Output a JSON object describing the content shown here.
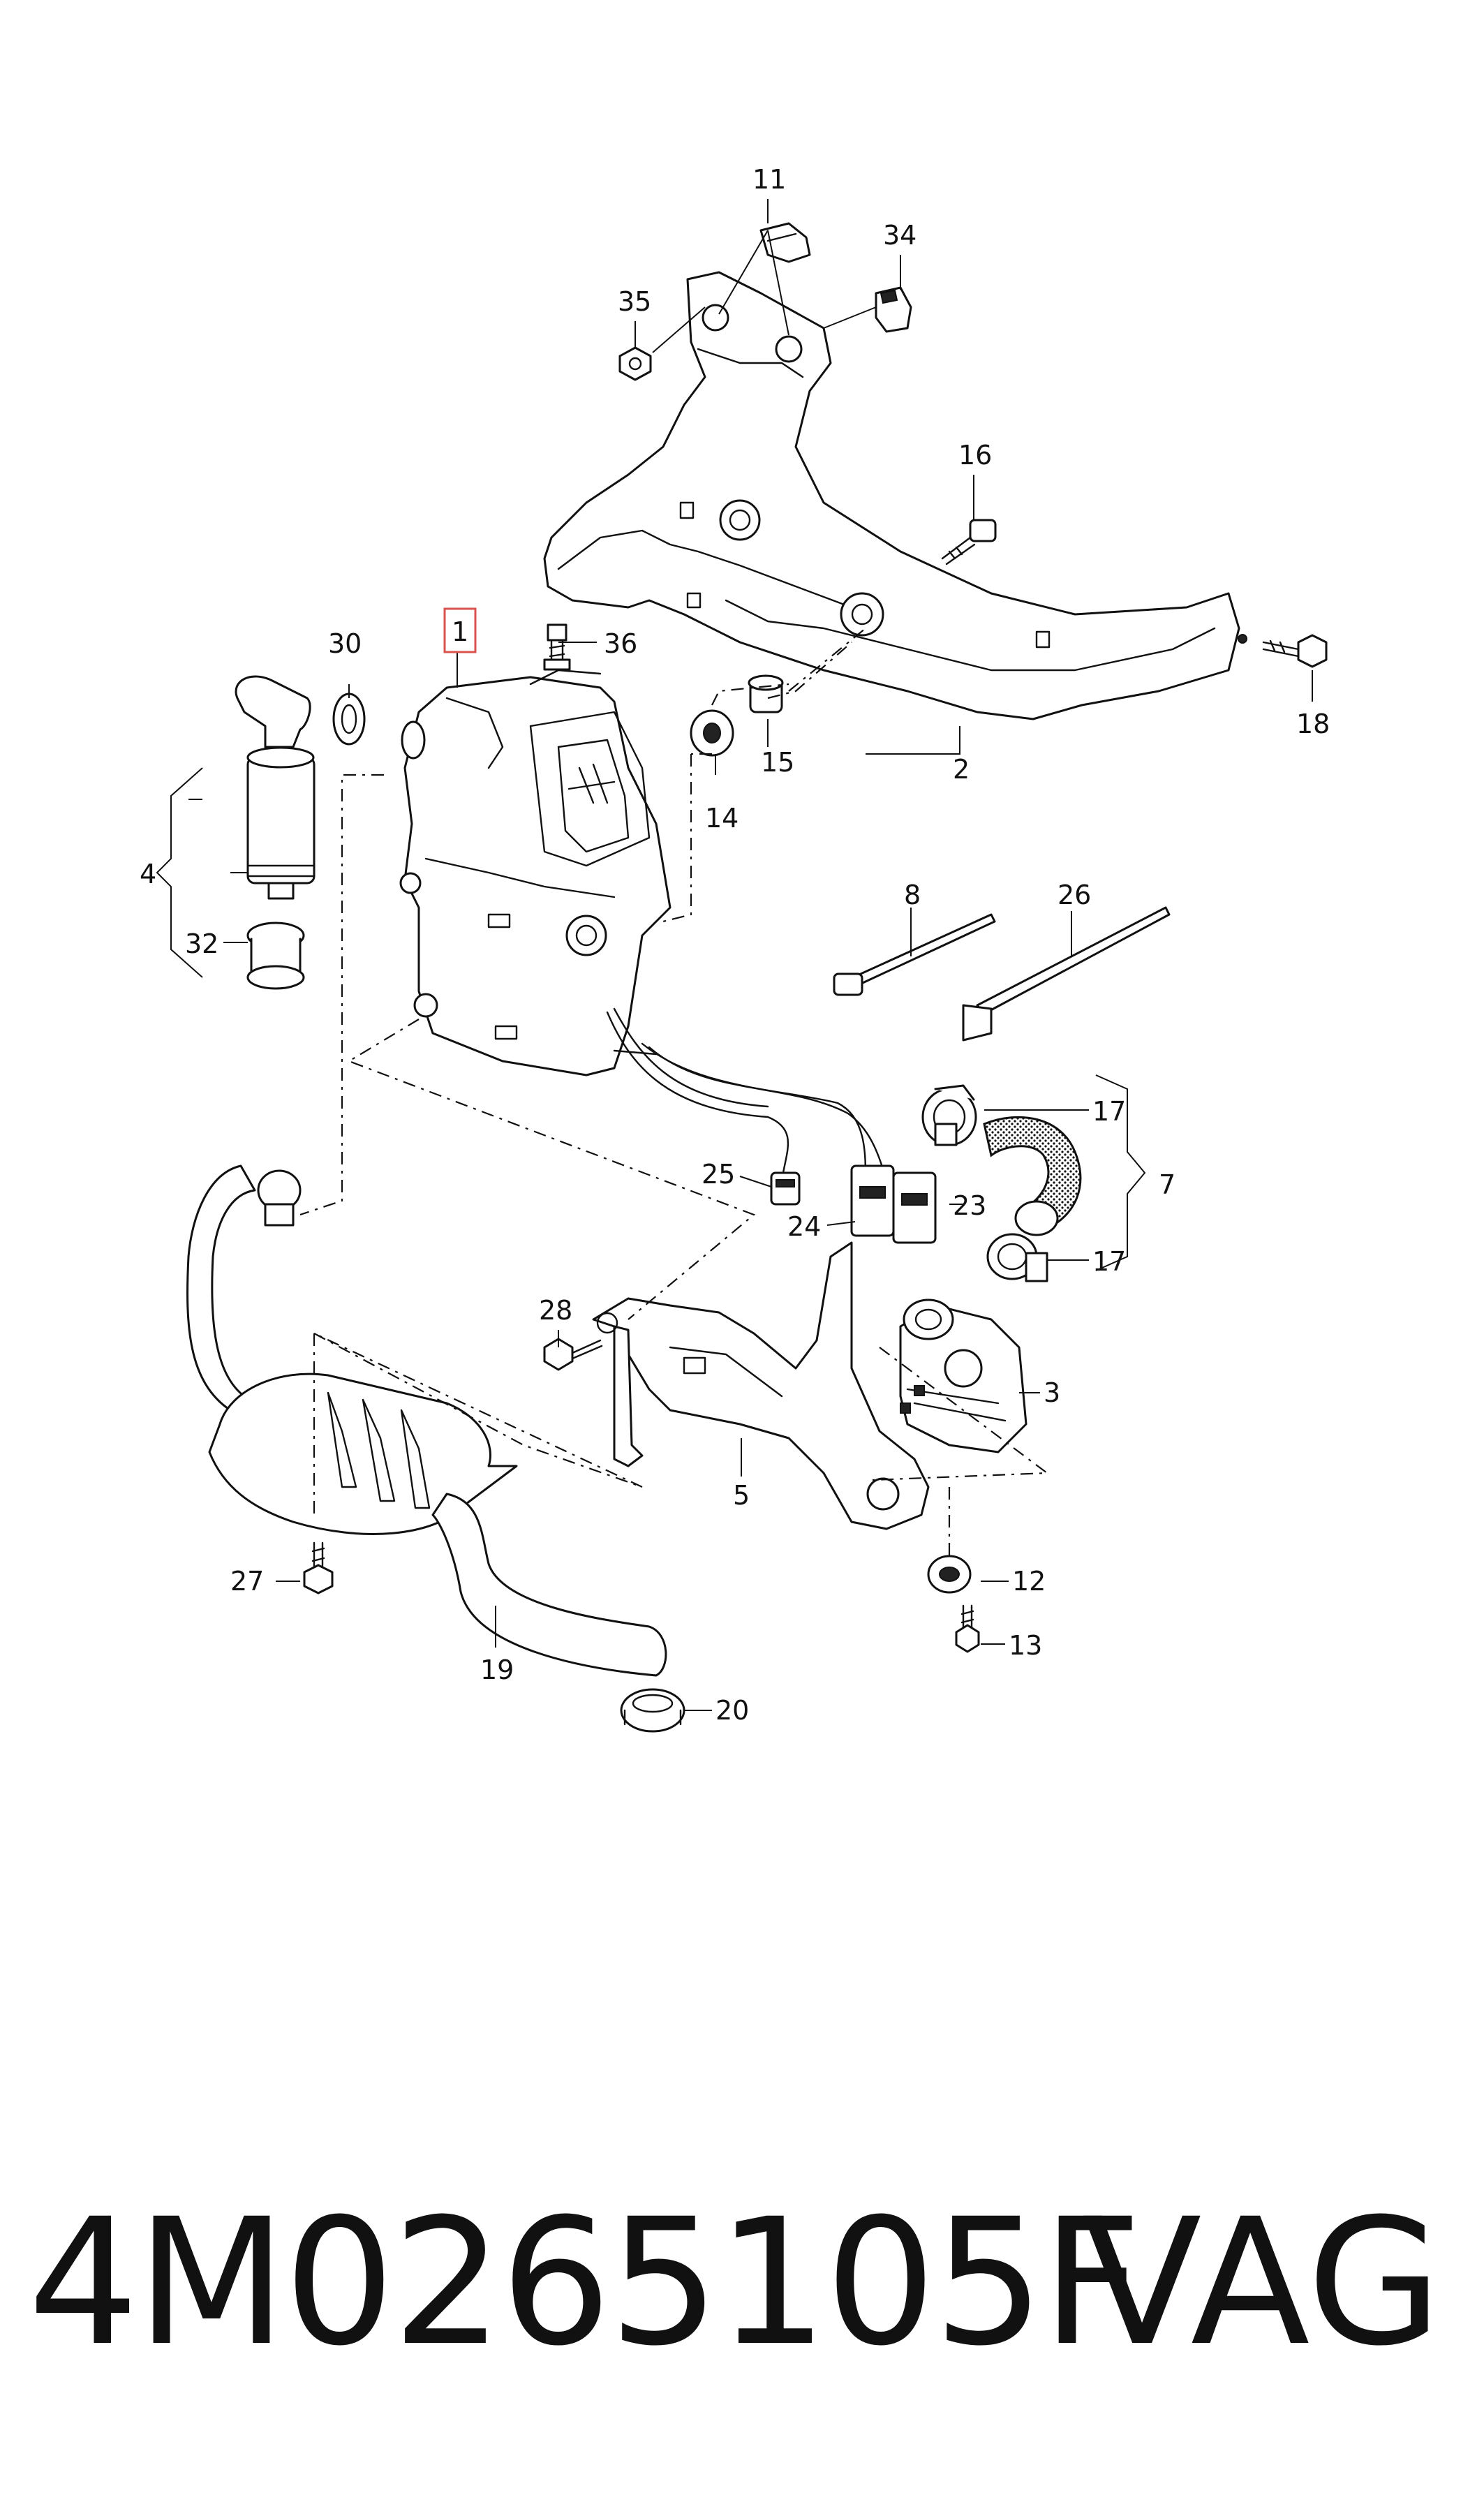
{
  "callouts": {
    "c1": "1",
    "c2": "2",
    "c3": "3",
    "c4": "4",
    "c5": "5",
    "c7": "7",
    "c8": "8",
    "c11": "11",
    "c12": "12",
    "c13": "13",
    "c14": "14",
    "c15": "15",
    "c16": "16",
    "c17a": "17",
    "c17b": "17",
    "c18": "18",
    "c19": "19",
    "c20": "20",
    "c23": "23",
    "c24": "24",
    "c25": "25",
    "c26": "26",
    "c27": "27",
    "c28": "28",
    "c30": "30",
    "c32": "32",
    "c34": "34",
    "c35": "35",
    "c36": "36"
  },
  "footer": {
    "part_number": "4M0265105F",
    "brand": "VAG"
  },
  "colors": {
    "line": "#111111",
    "highlight": "#d9534f",
    "background": "#ffffff"
  }
}
